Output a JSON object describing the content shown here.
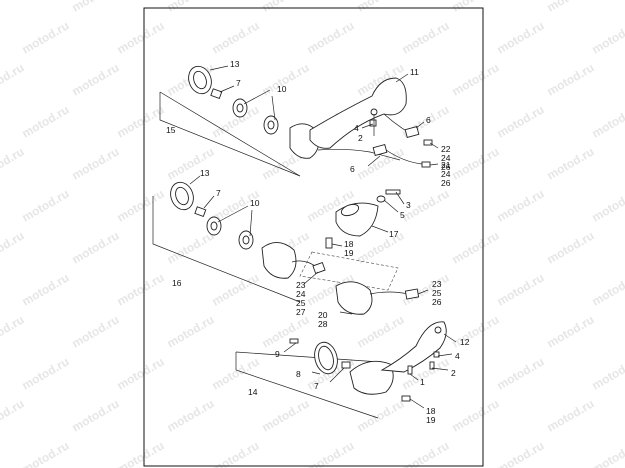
{
  "watermark": {
    "text": "motod.ru"
  },
  "callouts": [
    {
      "id": "c13a",
      "text": "13"
    },
    {
      "id": "c7a",
      "text": "7"
    },
    {
      "id": "c10a",
      "text": "10"
    },
    {
      "id": "c11",
      "text": "11"
    },
    {
      "id": "c15",
      "text": "15"
    },
    {
      "id": "c4a",
      "text": "4"
    },
    {
      "id": "c6a",
      "text": "6"
    },
    {
      "id": "c2a",
      "text": "2"
    },
    {
      "id": "c22",
      "text": "22"
    },
    {
      "id": "c24a",
      "text": "24"
    },
    {
      "id": "c26a",
      "text": "26"
    },
    {
      "id": "c6b",
      "text": "6"
    },
    {
      "id": "c21",
      "text": "21"
    },
    {
      "id": "c24b",
      "text": "24"
    },
    {
      "id": "c26b",
      "text": "26"
    },
    {
      "id": "c13b",
      "text": "13"
    },
    {
      "id": "c7b",
      "text": "7"
    },
    {
      "id": "c10b",
      "text": "10"
    },
    {
      "id": "c3",
      "text": "3"
    },
    {
      "id": "c5",
      "text": "5"
    },
    {
      "id": "c17",
      "text": "17"
    },
    {
      "id": "c18a",
      "text": "18"
    },
    {
      "id": "c19a",
      "text": "19"
    },
    {
      "id": "c16",
      "text": "16"
    },
    {
      "id": "c23a",
      "text": "23"
    },
    {
      "id": "c24c",
      "text": "24"
    },
    {
      "id": "c25a",
      "text": "25"
    },
    {
      "id": "c27",
      "text": "27"
    },
    {
      "id": "c23b",
      "text": "23"
    },
    {
      "id": "c25b",
      "text": "25"
    },
    {
      "id": "c26c",
      "text": "26"
    },
    {
      "id": "c20",
      "text": "20"
    },
    {
      "id": "c28",
      "text": "28"
    },
    {
      "id": "c12",
      "text": "12"
    },
    {
      "id": "c9",
      "text": "9"
    },
    {
      "id": "c4b",
      "text": "4"
    },
    {
      "id": "c8",
      "text": "8"
    },
    {
      "id": "c2b",
      "text": "2"
    },
    {
      "id": "c7c",
      "text": "7"
    },
    {
      "id": "c1",
      "text": "1"
    },
    {
      "id": "c14",
      "text": "14"
    },
    {
      "id": "c18b",
      "text": "18"
    },
    {
      "id": "c19b",
      "text": "19"
    }
  ]
}
